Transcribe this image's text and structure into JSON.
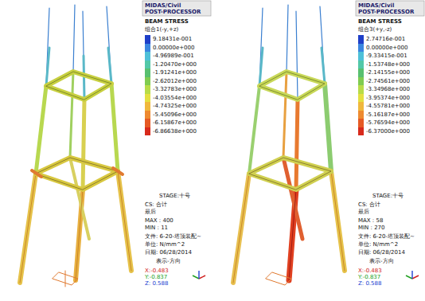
{
  "diagram": {
    "labels": [
      "MIDAS/Civil",
      "POST-PROCESSOR",
      "BEAM STRESS",
      "组合1(-y,+z)",
      "STAGE:十号",
      "CS: 合计",
      "最后",
      "MAX : 400",
      "MIN : 11",
      "文件: 6-20-塔顶装配~",
      "单位: N/mm^2",
      "日期: 06/28/2014",
      "表示-方向",
      "X:-0.483",
      "Y:-0.837",
      "Z: 0.588",
      "MIDAS/Civil",
      "POST-PROCESSOR",
      "BEAM STRESS",
      "组合3(+y,-z)",
      "STAGE:十号",
      "CS: 合计",
      "最后",
      "MAX : 58",
      "MIN : 270",
      "文件: 6-20-塔顶装配~",
      "单位: N/mm^2",
      "日期: 06/28/2014",
      "表示-方向",
      "X:-0.483",
      "Y:-0.837",
      "Z: 0.588"
    ],
    "legend": [
      {
        "text": "9.18431e-001",
        "color": "#1f3fc8"
      },
      {
        "text": "0.00000e+000",
        "color": "#3a86e0"
      },
      {
        "text": "-4.96989e-001",
        "color": "#4ec0d8"
      },
      {
        "text": "-1.20470e+000",
        "color": "#52c8a8"
      },
      {
        "text": "-1.91241e+000",
        "color": "#58c070"
      },
      {
        "text": "-2.62012e+000",
        "color": "#80cc50"
      },
      {
        "text": "-3.32783e+000",
        "color": "#b8dc48"
      },
      {
        "text": "-4.03554e+000",
        "color": "#e4e040"
      },
      {
        "text": "-4.74325e+000",
        "color": "#f0b83c"
      },
      {
        "text": "-5.45096e+000",
        "color": "#ee8a30"
      },
      {
        "text": "-6.15867e+000",
        "color": "#e65a24"
      },
      {
        "text": "-6.86638e+000",
        "color": "#d82a1c"
      },
      {
        "text": "2.74716e-001",
        "color": "#1f3fc8"
      },
      {
        "text": "0.00000e+000",
        "color": "#3a86e0"
      },
      {
        "text": "-9.33415e-001",
        "color": "#4ec0d8"
      },
      {
        "text": "-1.53748e+000",
        "color": "#52c8a8"
      },
      {
        "text": "-2.14155e+000",
        "color": "#58c070"
      },
      {
        "text": "-2.74561e+000",
        "color": "#80cc50"
      },
      {
        "text": "-3.34968e+000",
        "color": "#b8dc48"
      },
      {
        "text": "-3.95374e+000",
        "color": "#e4e040"
      },
      {
        "text": "-4.55781e+000",
        "color": "#f0b83c"
      },
      {
        "text": "-5.16187e+000",
        "color": "#ee8a30"
      },
      {
        "text": "-5.76594e+000",
        "color": "#e65a24"
      },
      {
        "text": "-6.37000e+000",
        "color": "#d82a1c"
      }
    ]
  }
}
